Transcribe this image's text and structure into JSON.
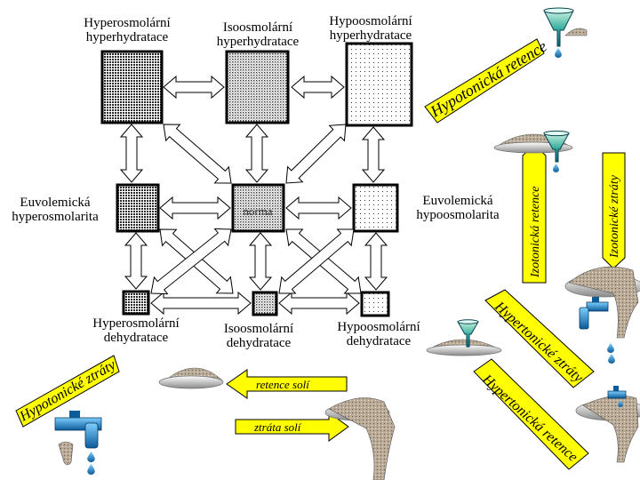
{
  "states": {
    "hyperosmolar_hyperhydration": "Hyperosmolární\nhyperhydratace",
    "isoosmolar_hyperhydration": "Isoosmolární\nhyperhydratace",
    "hypoosmolar_hyperhydration": "Hypoosmolární\nhyperhydratace",
    "euvolemic_hyperosmolarity": "Euvolemická\nhyperosmolarita",
    "norm": "norma",
    "euvolemic_hypoosmolarity": "Euvolemická\nhypoosmolarita",
    "hyperosmolar_dehydration": "Hyperosmolární\ndehydratace",
    "isoosmolar_dehydration": "Isoosmolární\ndehydratace",
    "hypoosmolar_dehydration": "Hypoosmolární\ndehydratace"
  },
  "processes": {
    "hypotonic_retention": "Hypotonická retence",
    "isotonic_retention": "Izotonická retence",
    "isotonic_losses": "Izotonické ztráty",
    "hypertonic_losses": "Hypertonické ztráty",
    "hypotonic_losses": "Hypotonické ztráty",
    "hypertonic_retention": "Hypertonická retence",
    "salt_retention": "retence solí",
    "salt_loss": "ztráta solí"
  },
  "colors": {
    "dark_fill": "#4a4a4a",
    "mid_fill": "#8a8a8a",
    "light_fill": "#c8c8c8",
    "banner_yellow": "#ffff00",
    "water_blue": "#1e88c8",
    "funnel_teal": "#3ab0a0",
    "sand": "#b0a08a"
  },
  "icons": [
    "funnel-icon",
    "faucet-icon",
    "sand-pile-icon",
    "water-drop-icon"
  ]
}
